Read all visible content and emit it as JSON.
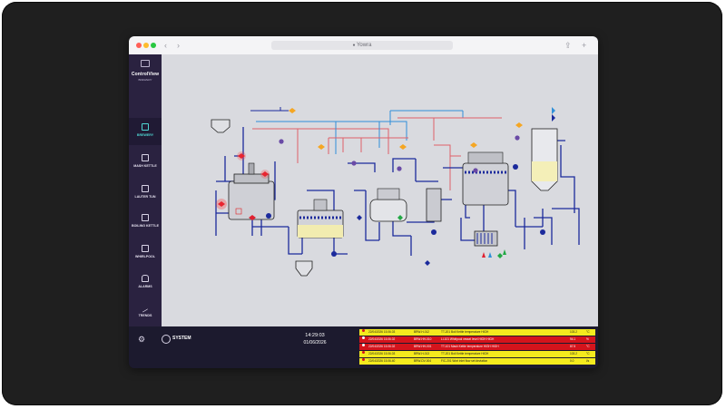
{
  "app": {
    "url": "Yowra"
  },
  "sidebar": {
    "brand_title": "ControlView",
    "brand_sub": "BREWERY",
    "items": [
      {
        "label": "BREWERY",
        "icon": "brewery-icon",
        "active": true
      },
      {
        "label": "MASH KETTLE",
        "icon": "kettle-icon",
        "active": false
      },
      {
        "label": "LAUTER TUN",
        "icon": "tun-icon",
        "active": false
      },
      {
        "label": "BOILING KETTLE",
        "icon": "boil-icon",
        "active": false
      },
      {
        "label": "WHIRLPOOL",
        "icon": "whirlpool-icon",
        "active": false
      },
      {
        "label": "ALARMS",
        "icon": "bell-icon",
        "active": false
      },
      {
        "label": "TRENDS",
        "icon": "trend-icon",
        "active": false
      }
    ]
  },
  "footer": {
    "system_label": "SYSTEM",
    "time": "14:29:03",
    "date": "01/06/2026"
  },
  "alarms": [
    {
      "datetime": "22/04/2026 15.06.03",
      "tag": "BRW-H-012",
      "message": "TT-201 Boil Kettle temperature HIGH",
      "value": "103.2",
      "unit": "°C",
      "state": "active"
    },
    {
      "datetime": "22/04/2026 15.06.02",
      "tag": "BRW-HH-010",
      "message": "LI-101 Whirlpool vessel level HIGH HIGH",
      "value": "94.1",
      "unit": "%",
      "state": "critical"
    },
    {
      "datetime": "22/04/2026 15.06.02",
      "tag": "BRW-HH-001",
      "message": "TT-101 Mash Kettle temperature HIGH HIGH",
      "value": "87.5",
      "unit": "°C",
      "state": "critical"
    },
    {
      "datetime": "22/04/2026 15.06.03",
      "tag": "BRW-H-013",
      "message": "TT-201 Boil Kettle temperature HIGH",
      "value": "103.2",
      "unit": "°C",
      "state": "active"
    },
    {
      "datetime": "22/04/2026 15.06.40",
      "tag": "BRW-DV-004",
      "message": "FIC-201 Wort inlet flow set deviation",
      "value": "0.0",
      "unit": "l/s",
      "state": "active"
    }
  ],
  "colors": {
    "sidebar_bg": "#2a2240",
    "active_accent": "#4fd5d2",
    "alarm_yellow": "#f4ea1e",
    "alarm_red": "#d4141c",
    "pipe_blue": "#1b2a9c",
    "pipe_cyan": "#2f8fd8",
    "pipe_red": "#e0606a"
  }
}
